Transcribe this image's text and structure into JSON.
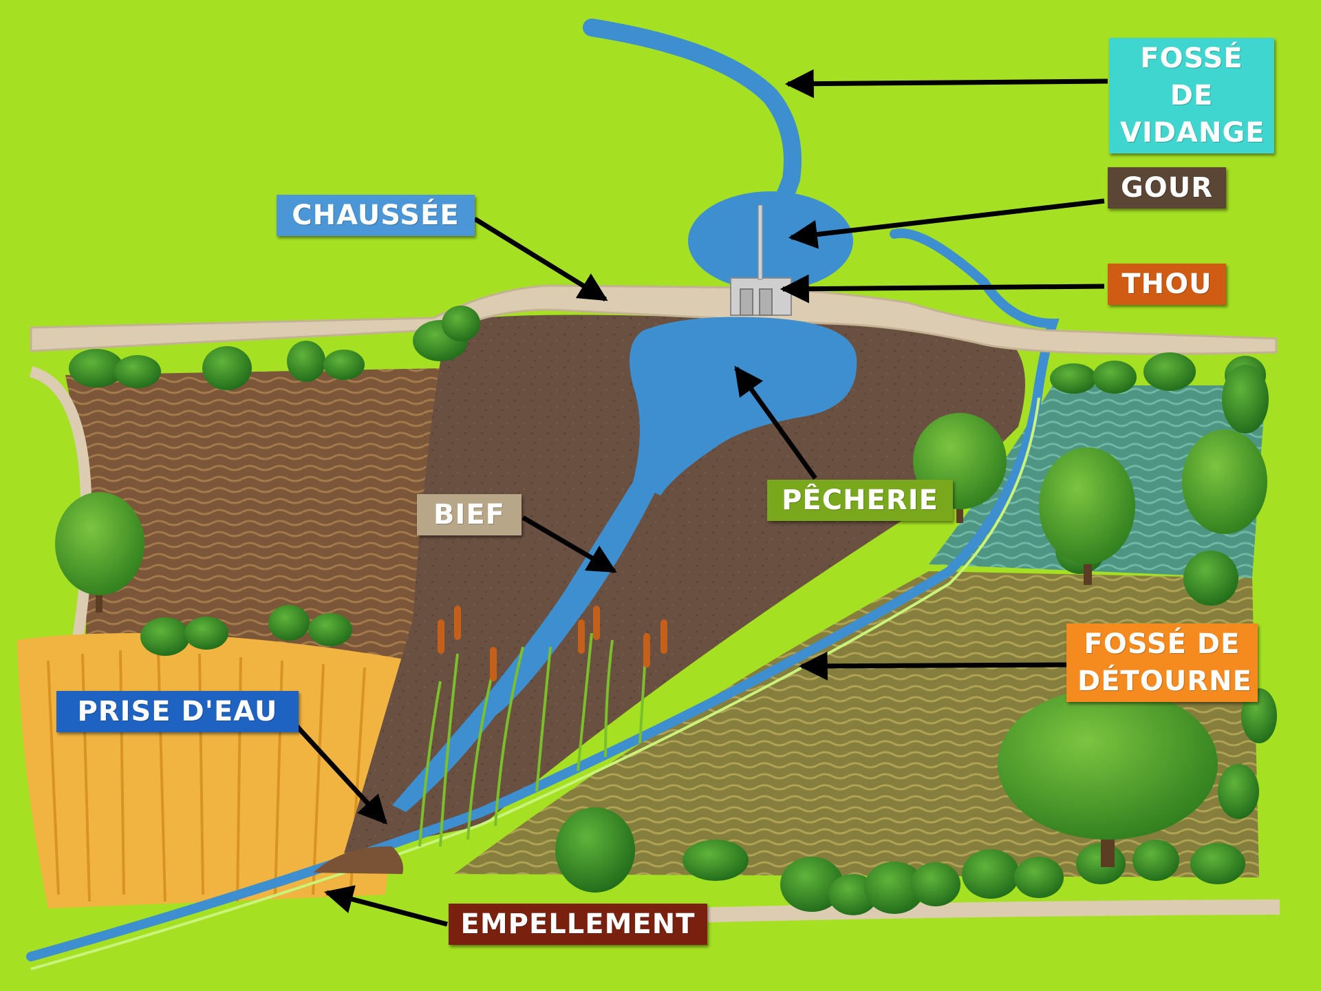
{
  "labels": {
    "fosse_vidange": {
      "text": "FOSSÉ DE\nVIDANGE",
      "color": "#3fd6cf"
    },
    "gour": {
      "text": "GOUR",
      "color": "#5b4535"
    },
    "chaussee": {
      "text": "CHAUSSÉE",
      "color": "#4a96d6"
    },
    "thou": {
      "text": "THOU",
      "color": "#cf5c12"
    },
    "pecherie": {
      "text": "PÊCHERIE",
      "color": "#7aa81c"
    },
    "bief": {
      "text": "BIEF",
      "color": "#b8a688"
    },
    "fosse_detourne": {
      "text": "FOSSÉ DE\nDÉTOURNE",
      "color": "#f58b1f"
    },
    "prise_eau": {
      "text": "PRISE D'EAU",
      "color": "#1e62c2"
    },
    "empellement": {
      "text": "EMPELLEMENT",
      "color": "#7a200f"
    }
  },
  "colors": {
    "grass": "#a6e022",
    "water": "#3e8fcf",
    "dam_path": "#dccdb2",
    "soil_dark": "#6a5040",
    "soil_field": "#7b5638",
    "wheat": "#f2b440",
    "meadow_blue": "#4f9a86",
    "meadow_olive": "#8c8640",
    "tree_dark": "#2f7d1e",
    "tree_light": "#6fbe33"
  }
}
